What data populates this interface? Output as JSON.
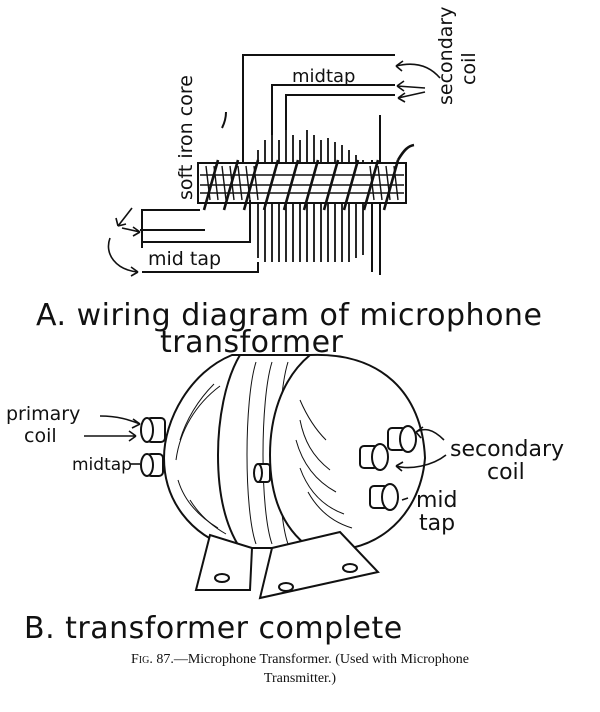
{
  "diagram_a": {
    "labels": {
      "soft_iron_core": "soft iron core",
      "midtap_top": "midtap",
      "secondary": "secondary",
      "coil": "coil",
      "midtap_bottom": "mid tap"
    },
    "title_line1": "A. wiring diagram of microphone",
    "title_line2": "transformer"
  },
  "diagram_b": {
    "labels": {
      "primary": "primary",
      "coil_left": "coil",
      "midtap_left": "midtap",
      "secondary": "secondary",
      "coil_right": "coil",
      "mid": "mid",
      "tap": "tap"
    },
    "title": "B. transformer complete"
  },
  "caption": {
    "fig_label": "Fig. 87.",
    "line1_text": "—Microphone Transformer.  (Used with Microphone",
    "line2": "Transmitter.)"
  }
}
